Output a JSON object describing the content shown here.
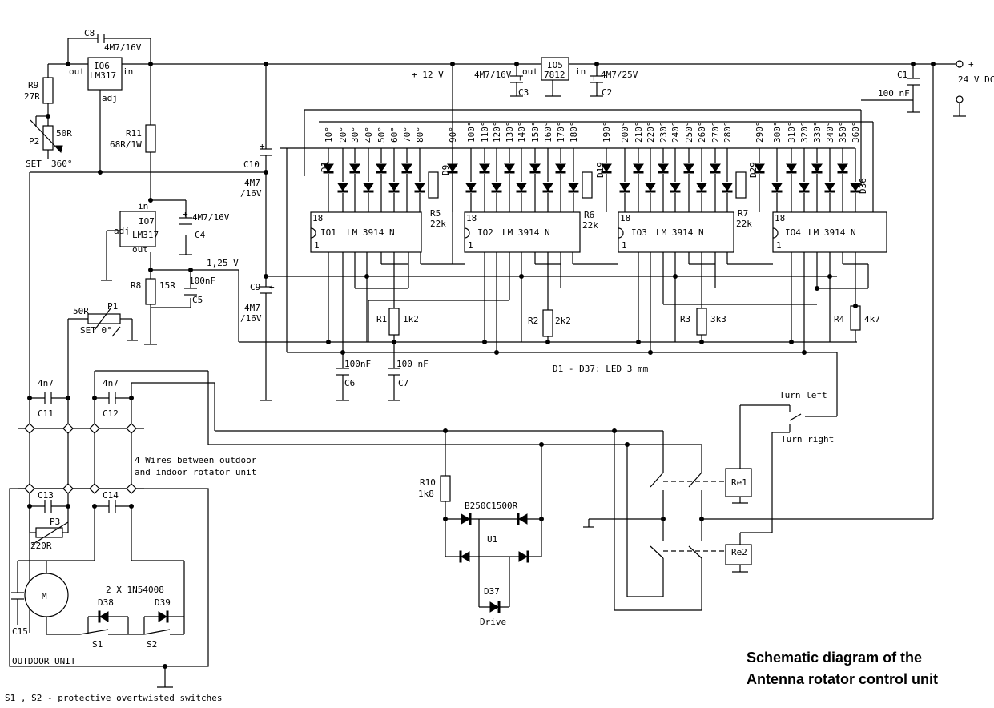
{
  "title_line1": "Schematic diagram of the",
  "title_line2": "Antenna rotator control unit",
  "supply": {
    "label": "24 V DC",
    "plus": "+",
    "rail": "+ 12 V"
  },
  "regs": {
    "io5": "IO5",
    "io5_type": "7812",
    "io6": "IO6",
    "io6_type": "LM317",
    "io7": "IO7",
    "io7_type": "LM317",
    "in": "in",
    "out": "out",
    "adj": "adj"
  },
  "caps": {
    "c1": "C1",
    "c1_val": "100 nF",
    "c2": "C2",
    "c2_val": "4M7/25V",
    "c3": "C3",
    "c3_val": "4M7/16V",
    "c4": "C4",
    "c4_val": "4M7/16V",
    "c5": "C5",
    "c5_val": "100nF",
    "c6": "C6",
    "c6_val": "100nF",
    "c7": "C7",
    "c7_val": "100 nF",
    "c8": "C8",
    "c8_val": "4M7/16V",
    "c9": "C9",
    "c9_val1": "4M7",
    "c9_val2": "/16V",
    "c10": "C10",
    "c10_val1": "4M7",
    "c10_val2": "/16V",
    "c11": "C11",
    "c11_val": "4n7",
    "c12": "C12",
    "c12_val": "4n7",
    "c13": "C13",
    "c14": "C14",
    "c15": "C15"
  },
  "res": {
    "r1": "R1",
    "r1_val": "1k2",
    "r2": "R2",
    "r2_val": "2k2",
    "r3": "R3",
    "r3_val": "3k3",
    "r4": "R4",
    "r4_val": "4k7",
    "r5": "R5",
    "r5_val": "22k",
    "r6": "R6",
    "r6_val": "22k",
    "r7": "R7",
    "r7_val": "22k",
    "r8": "R8",
    "r8_val": "15R",
    "r9": "R9",
    "r9_val": "27R",
    "r10": "R10",
    "r10_val": "1k8",
    "r11": "R11",
    "r11_val": "68R/1W"
  },
  "pots": {
    "p1": "P1",
    "p1_val": "50R",
    "p1_set": "SET  0°",
    "p2": "P2",
    "p2_val": "50R",
    "p2_set": "SET",
    "p2_deg": "360°",
    "p3": "P3",
    "p3_val": "220R"
  },
  "ics": [
    {
      "name": "IO1",
      "type": "LM 3914 N"
    },
    {
      "name": "IO2",
      "type": "LM 3914 N"
    },
    {
      "name": "IO3",
      "type": "LM 3914 N"
    },
    {
      "name": "IO4",
      "type": "LM 3914 N"
    }
  ],
  "pin18": "18",
  "pin1": "1",
  "angles": [
    "10°",
    "20°",
    "30°",
    "40°",
    "50°",
    "60°",
    "70°",
    "80°",
    "90°",
    "100°",
    "110°",
    "120°",
    "130°",
    "140°",
    "150°",
    "160°",
    "170°",
    "180°",
    "190°",
    "200°",
    "210°",
    "220°",
    "230°",
    "240°",
    "250°",
    "260°",
    "270°",
    "280°",
    "290°",
    "300°",
    "310°",
    "320°",
    "330°",
    "340°",
    "350°",
    "360°"
  ],
  "leds": {
    "d1": "D1",
    "d9": "D9",
    "d19": "D19",
    "d29": "D29",
    "d36": "D36",
    "d37": "D37",
    "drive": "Drive",
    "note": "D1 - D37: LED 3 mm"
  },
  "volt": "1,25 V",
  "relays": {
    "re1": "Re1",
    "re2": "Re2",
    "turn_left": "Turn left",
    "turn_right": "Turn right"
  },
  "bridge": {
    "type": "B250C1500R",
    "name": "U1"
  },
  "outdoor": {
    "label": "OUTDOOR UNIT",
    "motor": "M",
    "diodes": "2 X 1N54008",
    "d38": "D38",
    "d39": "D39",
    "s1": "S1",
    "s2": "S2",
    "wires1": "4 Wires between outdoor",
    "wires2": "and indoor rotator unit",
    "note": "S1 , S2 - protective overtwisted switches"
  }
}
